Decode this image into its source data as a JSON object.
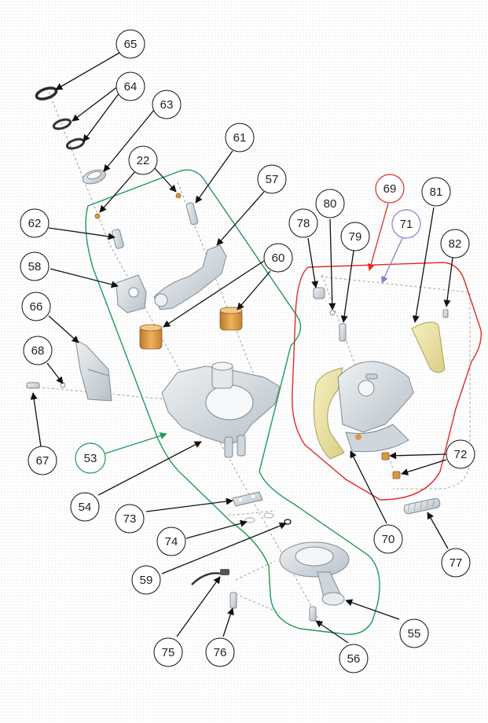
{
  "diagram": {
    "type": "exploded-parts-view",
    "colors": {
      "group_outline_green": "#1e9a55",
      "group_outline_red": "#e02a2a",
      "part_grey": "#d7dde2",
      "bushing_bronze": "#d89a44",
      "lining_yellow": "#efe6a3",
      "callout_stroke": "#111111"
    },
    "callouts": [
      {
        "id": "c65",
        "label": "65"
      },
      {
        "id": "c64",
        "label": "64"
      },
      {
        "id": "c63",
        "label": "63"
      },
      {
        "id": "c22",
        "label": "22"
      },
      {
        "id": "c61",
        "label": "61"
      },
      {
        "id": "c57",
        "label": "57"
      },
      {
        "id": "c62",
        "label": "62"
      },
      {
        "id": "c60",
        "label": "60"
      },
      {
        "id": "c58",
        "label": "58"
      },
      {
        "id": "c66",
        "label": "66"
      },
      {
        "id": "c68",
        "label": "68"
      },
      {
        "id": "c67",
        "label": "67"
      },
      {
        "id": "c53",
        "label": "53"
      },
      {
        "id": "c54",
        "label": "54"
      },
      {
        "id": "c73",
        "label": "73"
      },
      {
        "id": "c74",
        "label": "74"
      },
      {
        "id": "c59",
        "label": "59"
      },
      {
        "id": "c75",
        "label": "75"
      },
      {
        "id": "c76",
        "label": "76"
      },
      {
        "id": "c56",
        "label": "56"
      },
      {
        "id": "c55",
        "label": "55"
      },
      {
        "id": "c69",
        "label": "69"
      },
      {
        "id": "c81",
        "label": "81"
      },
      {
        "id": "c80",
        "label": "80"
      },
      {
        "id": "c78",
        "label": "78"
      },
      {
        "id": "c79",
        "label": "79"
      },
      {
        "id": "c71",
        "label": "71"
      },
      {
        "id": "c82",
        "label": "82"
      },
      {
        "id": "c72",
        "label": "72"
      },
      {
        "id": "c70",
        "label": "70"
      },
      {
        "id": "c77",
        "label": "77"
      }
    ]
  }
}
